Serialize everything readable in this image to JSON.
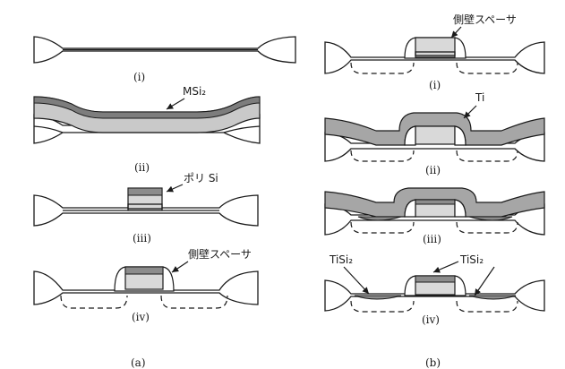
{
  "labels": {
    "msi2": "MSi₂",
    "poly_si": "ポリ Si",
    "spacer_a": "側壁スペーサ",
    "spacer_b": "側壁スペーサ",
    "ti": "Ti",
    "tisi2_left": "TiSi₂",
    "tisi2_right": "TiSi₂"
  },
  "steps_a": [
    "(i)",
    "(ii)",
    "(iii)",
    "(iv)"
  ],
  "steps_b": [
    "(i)",
    "(ii)",
    "(iii)",
    "(iv)"
  ],
  "captions": {
    "a": "(a)",
    "b": "(b)"
  }
}
